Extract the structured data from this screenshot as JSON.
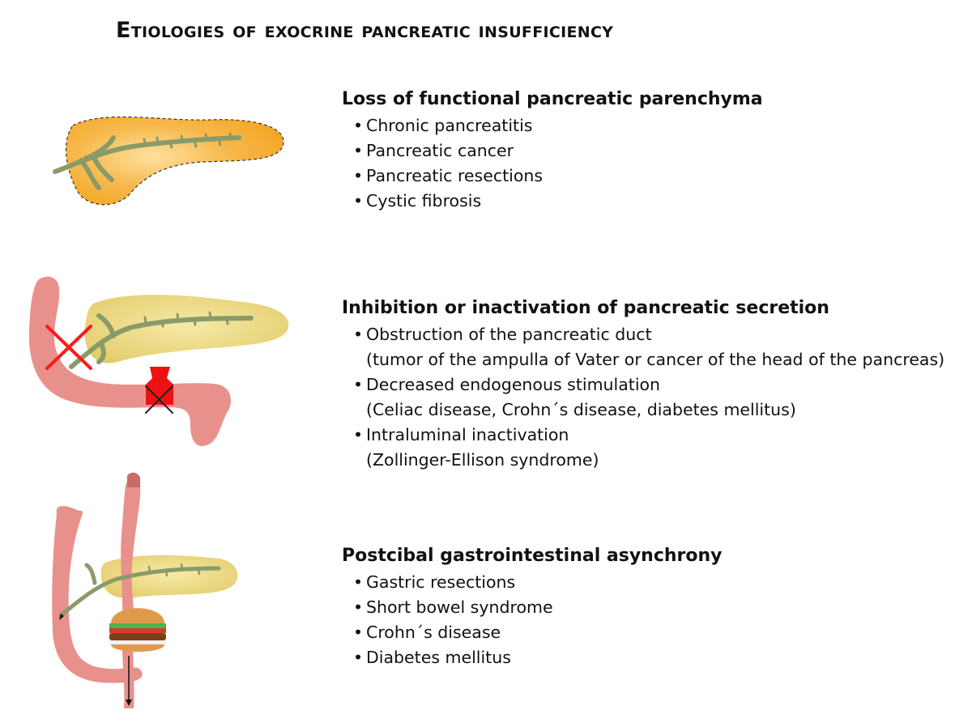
{
  "title": "Etiologies of exocrine pancreatic insufficiency",
  "sections": [
    {
      "heading": "Loss of functional pancreatic parenchyma",
      "items": [
        {
          "text": "Chronic pancreatitis"
        },
        {
          "text": "Pancreatic cancer"
        },
        {
          "text": "Pancreatic resections"
        },
        {
          "text": "Cystic fibrosis"
        }
      ]
    },
    {
      "heading": "Inhibition or inactivation of pancreatic secretion",
      "items": [
        {
          "text": "Obstruction of the pancreatic duct",
          "sub": "(tumor of the ampulla of Vater or cancer of the head of the pancreas)"
        },
        {
          "text": "Decreased endogenous stimulation",
          "sub": "(Celiac disease, Crohn´s disease, diabetes mellitus)"
        },
        {
          "text": "Intraluminal inactivation",
          "sub": "(Zollinger-Ellison syndrome)"
        }
      ]
    },
    {
      "heading": "Postcibal gastrointestinal asynchrony",
      "items": [
        {
          "text": "Gastric resections"
        },
        {
          "text": "Short bowel syndrome"
        },
        {
          "text": "Crohn´s disease"
        },
        {
          "text": "Diabetes mellitus"
        }
      ]
    }
  ],
  "bullet_char": "•",
  "colors": {
    "pancreas_orange": "#f5a623",
    "pancreas_pale": "#ecd98a",
    "duct": "#8a9a6a",
    "bowel": "#e8918c",
    "cross_red": "#ff0000",
    "text": "#111111"
  }
}
